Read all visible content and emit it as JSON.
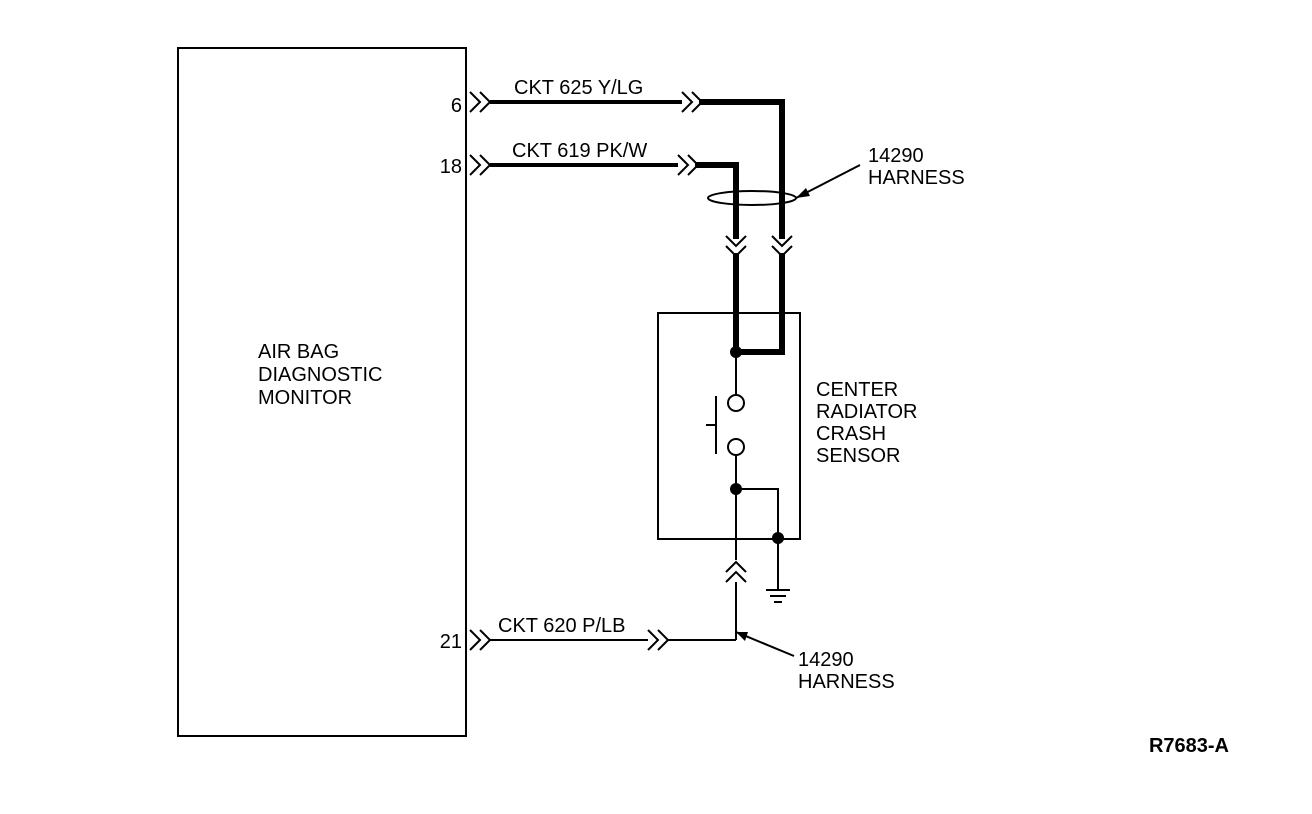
{
  "monitor": {
    "label_lines": [
      "AIR BAG",
      "DIAGNOSTIC",
      "MONITOR"
    ],
    "pins": {
      "pin_6": "6",
      "pin_18": "18",
      "pin_21": "21"
    }
  },
  "circuits": {
    "ckt_625": "CKT 625 Y/LG",
    "ckt_619": "CKT 619 PK/W",
    "ckt_620": "CKT 620 P/LB"
  },
  "harness_top": {
    "lines": [
      "14290",
      "HARNESS"
    ]
  },
  "harness_bottom": {
    "lines": [
      "14290",
      "HARNESS"
    ]
  },
  "sensor": {
    "label_lines": [
      "CENTER",
      "RADIATOR",
      "CRASH",
      "SENSOR"
    ]
  },
  "figure_id": "R7683-A"
}
